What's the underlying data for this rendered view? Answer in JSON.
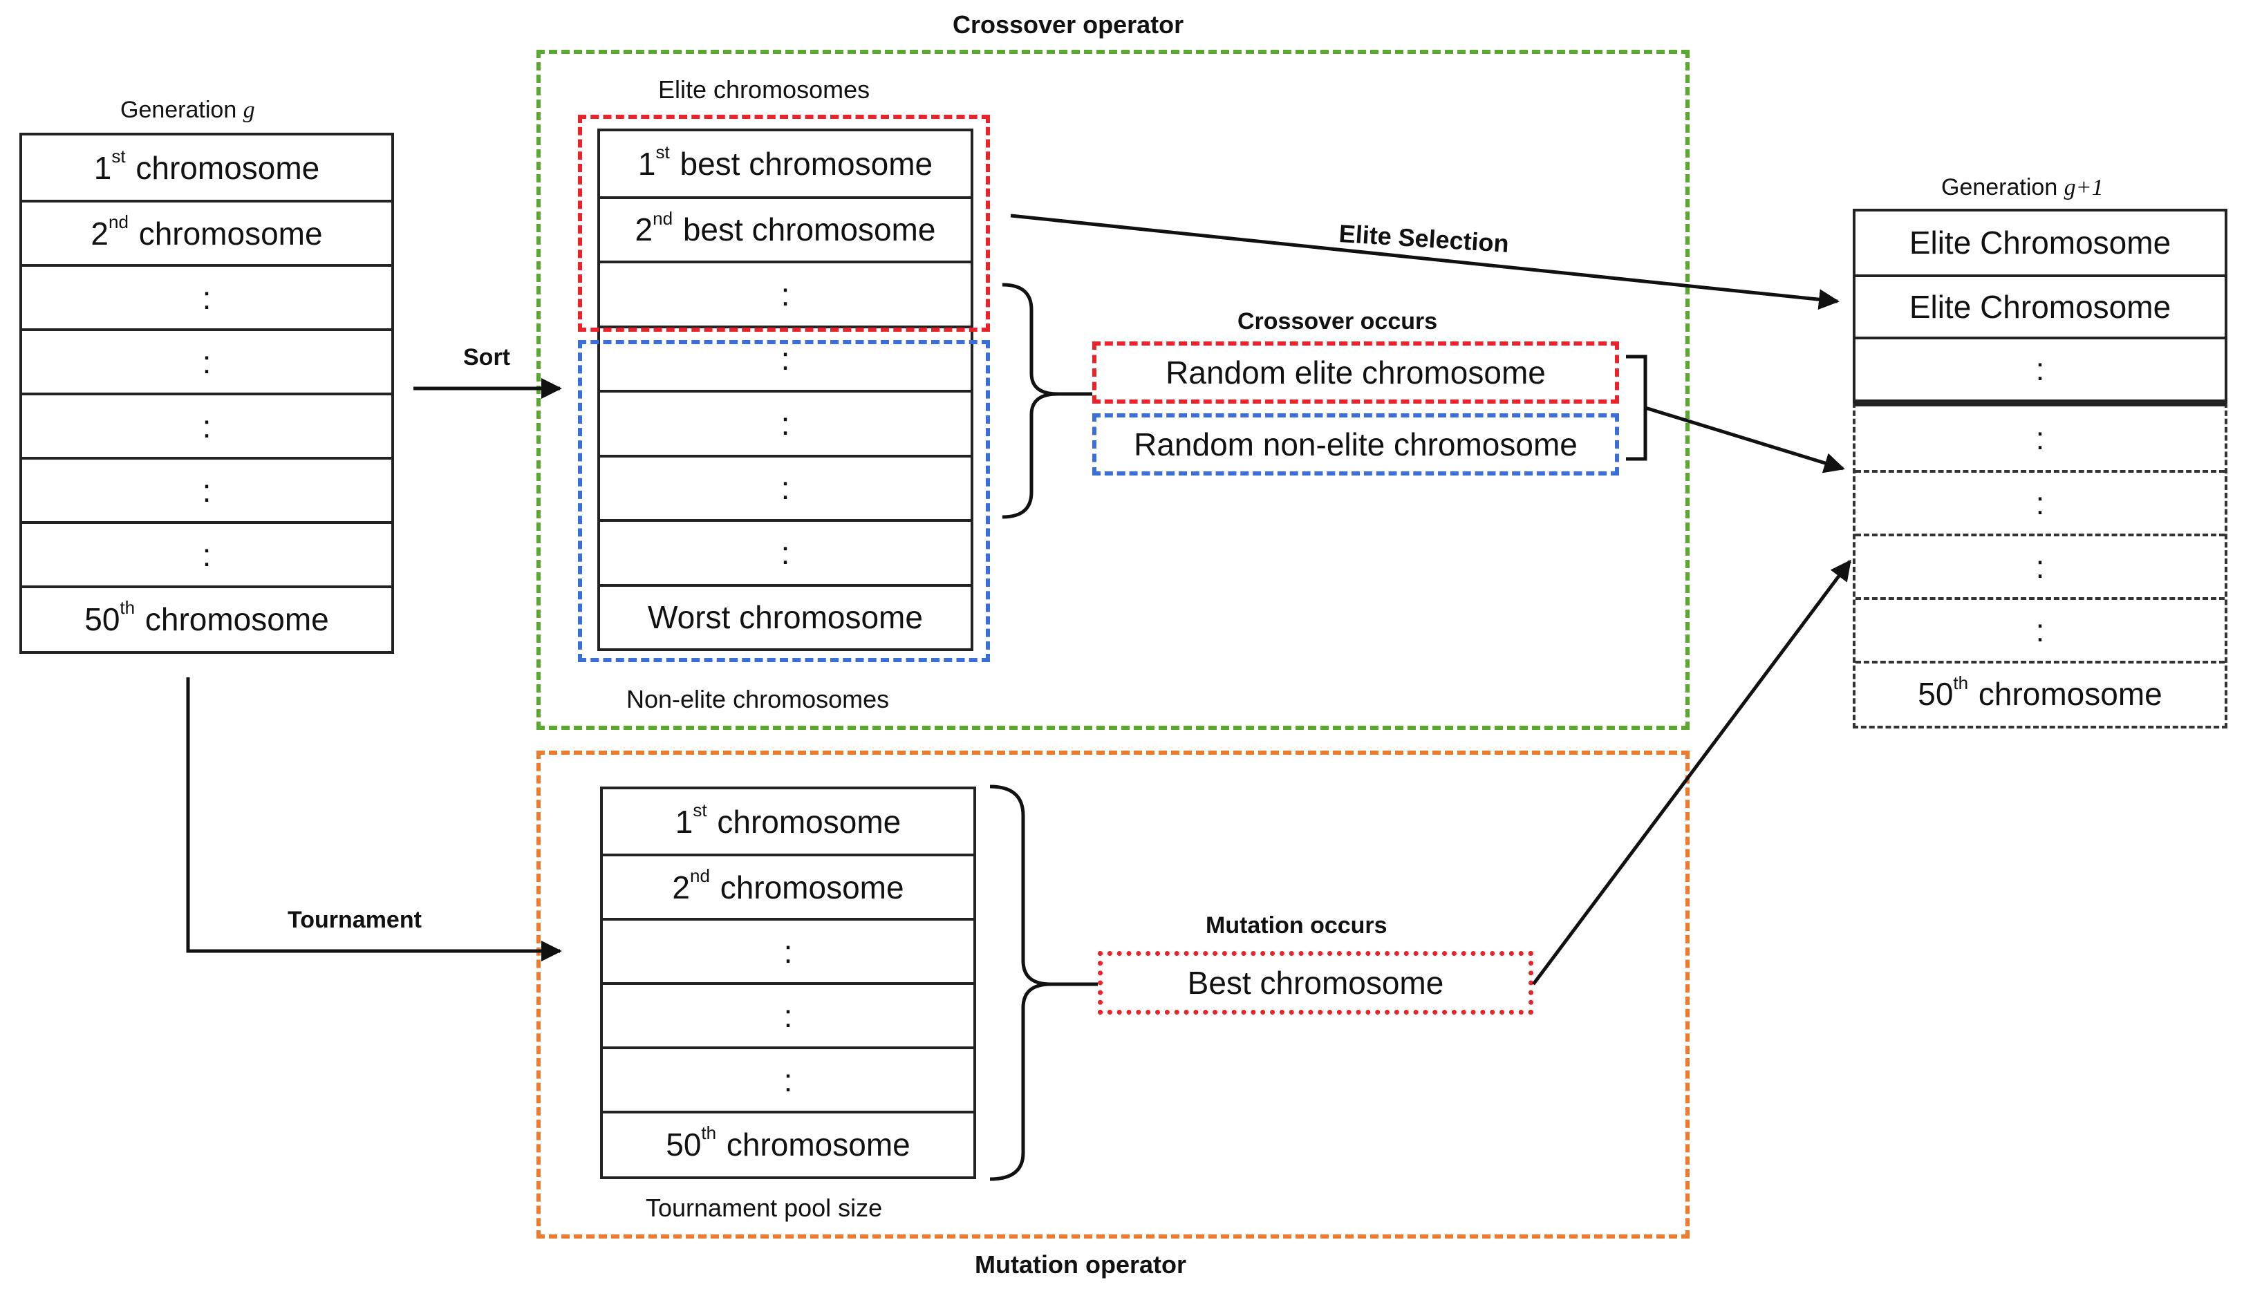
{
  "colors": {
    "crossover_frame": "#5aa832",
    "mutation_frame": "#ee7a2e",
    "elite_frame": "#e8232a",
    "non_elite_frame": "#3b6fd8",
    "mutation_box": "#e8232a",
    "line": "#111111"
  },
  "titles": {
    "crossover_operator": "Crossover operator",
    "mutation_operator": "Mutation operator",
    "generation_g_prefix": "Generation ",
    "generation_g_var": "g",
    "generation_g1_prefix": "Generation ",
    "generation_g1_var": "g+1"
  },
  "arrows": {
    "sort": "Sort",
    "tournament": "Tournament",
    "elite_selection": "Elite Selection"
  },
  "groups": {
    "elite_chromosomes": "Elite chromosomes",
    "non_elite_chromosomes": "Non-elite chromosomes",
    "crossover_occurs": "Crossover occurs",
    "mutation_occurs": "Mutation occurs",
    "tournament_pool_size": "Tournament pool size"
  },
  "generation_g": [
    {
      "pre": "1",
      "sup": "st",
      "post": " chromosome"
    },
    {
      "pre": "2",
      "sup": "nd",
      "post": " chromosome"
    },
    {
      "pre": ":",
      "sup": "",
      "post": ""
    },
    {
      "pre": ":",
      "sup": "",
      "post": ""
    },
    {
      "pre": ":",
      "sup": "",
      "post": ""
    },
    {
      "pre": ":",
      "sup": "",
      "post": ""
    },
    {
      "pre": ":",
      "sup": "",
      "post": ""
    },
    {
      "pre": "50",
      "sup": "th",
      "post": " chromosome"
    }
  ],
  "sorted": [
    {
      "pre": "1",
      "sup": "st",
      "post": " best chromosome"
    },
    {
      "pre": "2",
      "sup": "nd",
      "post": " best chromosome"
    },
    {
      "pre": ":",
      "sup": "",
      "post": ""
    },
    {
      "pre": ":",
      "sup": "",
      "post": ""
    },
    {
      "pre": ":",
      "sup": "",
      "post": ""
    },
    {
      "pre": ":",
      "sup": "",
      "post": ""
    },
    {
      "pre": ":",
      "sup": "",
      "post": ""
    },
    {
      "pre": "Worst chromosome",
      "sup": "",
      "post": ""
    }
  ],
  "crossover_pair": {
    "elite": "Random elite chromosome",
    "non_elite": "Random non-elite chromosome"
  },
  "tournament_pool": [
    {
      "pre": "1",
      "sup": "st",
      "post": " chromosome"
    },
    {
      "pre": "2",
      "sup": "nd",
      "post": " chromosome"
    },
    {
      "pre": ":",
      "sup": "",
      "post": ""
    },
    {
      "pre": ":",
      "sup": "",
      "post": ""
    },
    {
      "pre": ":",
      "sup": "",
      "post": ""
    },
    {
      "pre": "50",
      "sup": "th",
      "post": " chromosome"
    }
  ],
  "best_chromosome": "Best chromosome",
  "generation_g1": {
    "solid": [
      {
        "pre": "Elite Chromosome",
        "sup": "",
        "post": ""
      },
      {
        "pre": "Elite Chromosome",
        "sup": "",
        "post": ""
      },
      {
        "pre": ":",
        "sup": "",
        "post": ""
      }
    ],
    "dashed": [
      {
        "pre": ":",
        "sup": "",
        "post": ""
      },
      {
        "pre": ":",
        "sup": "",
        "post": ""
      },
      {
        "pre": ":",
        "sup": "",
        "post": ""
      },
      {
        "pre": ":",
        "sup": "",
        "post": ""
      },
      {
        "pre": "50",
        "sup": "th",
        "post": " chromosome"
      }
    ]
  }
}
